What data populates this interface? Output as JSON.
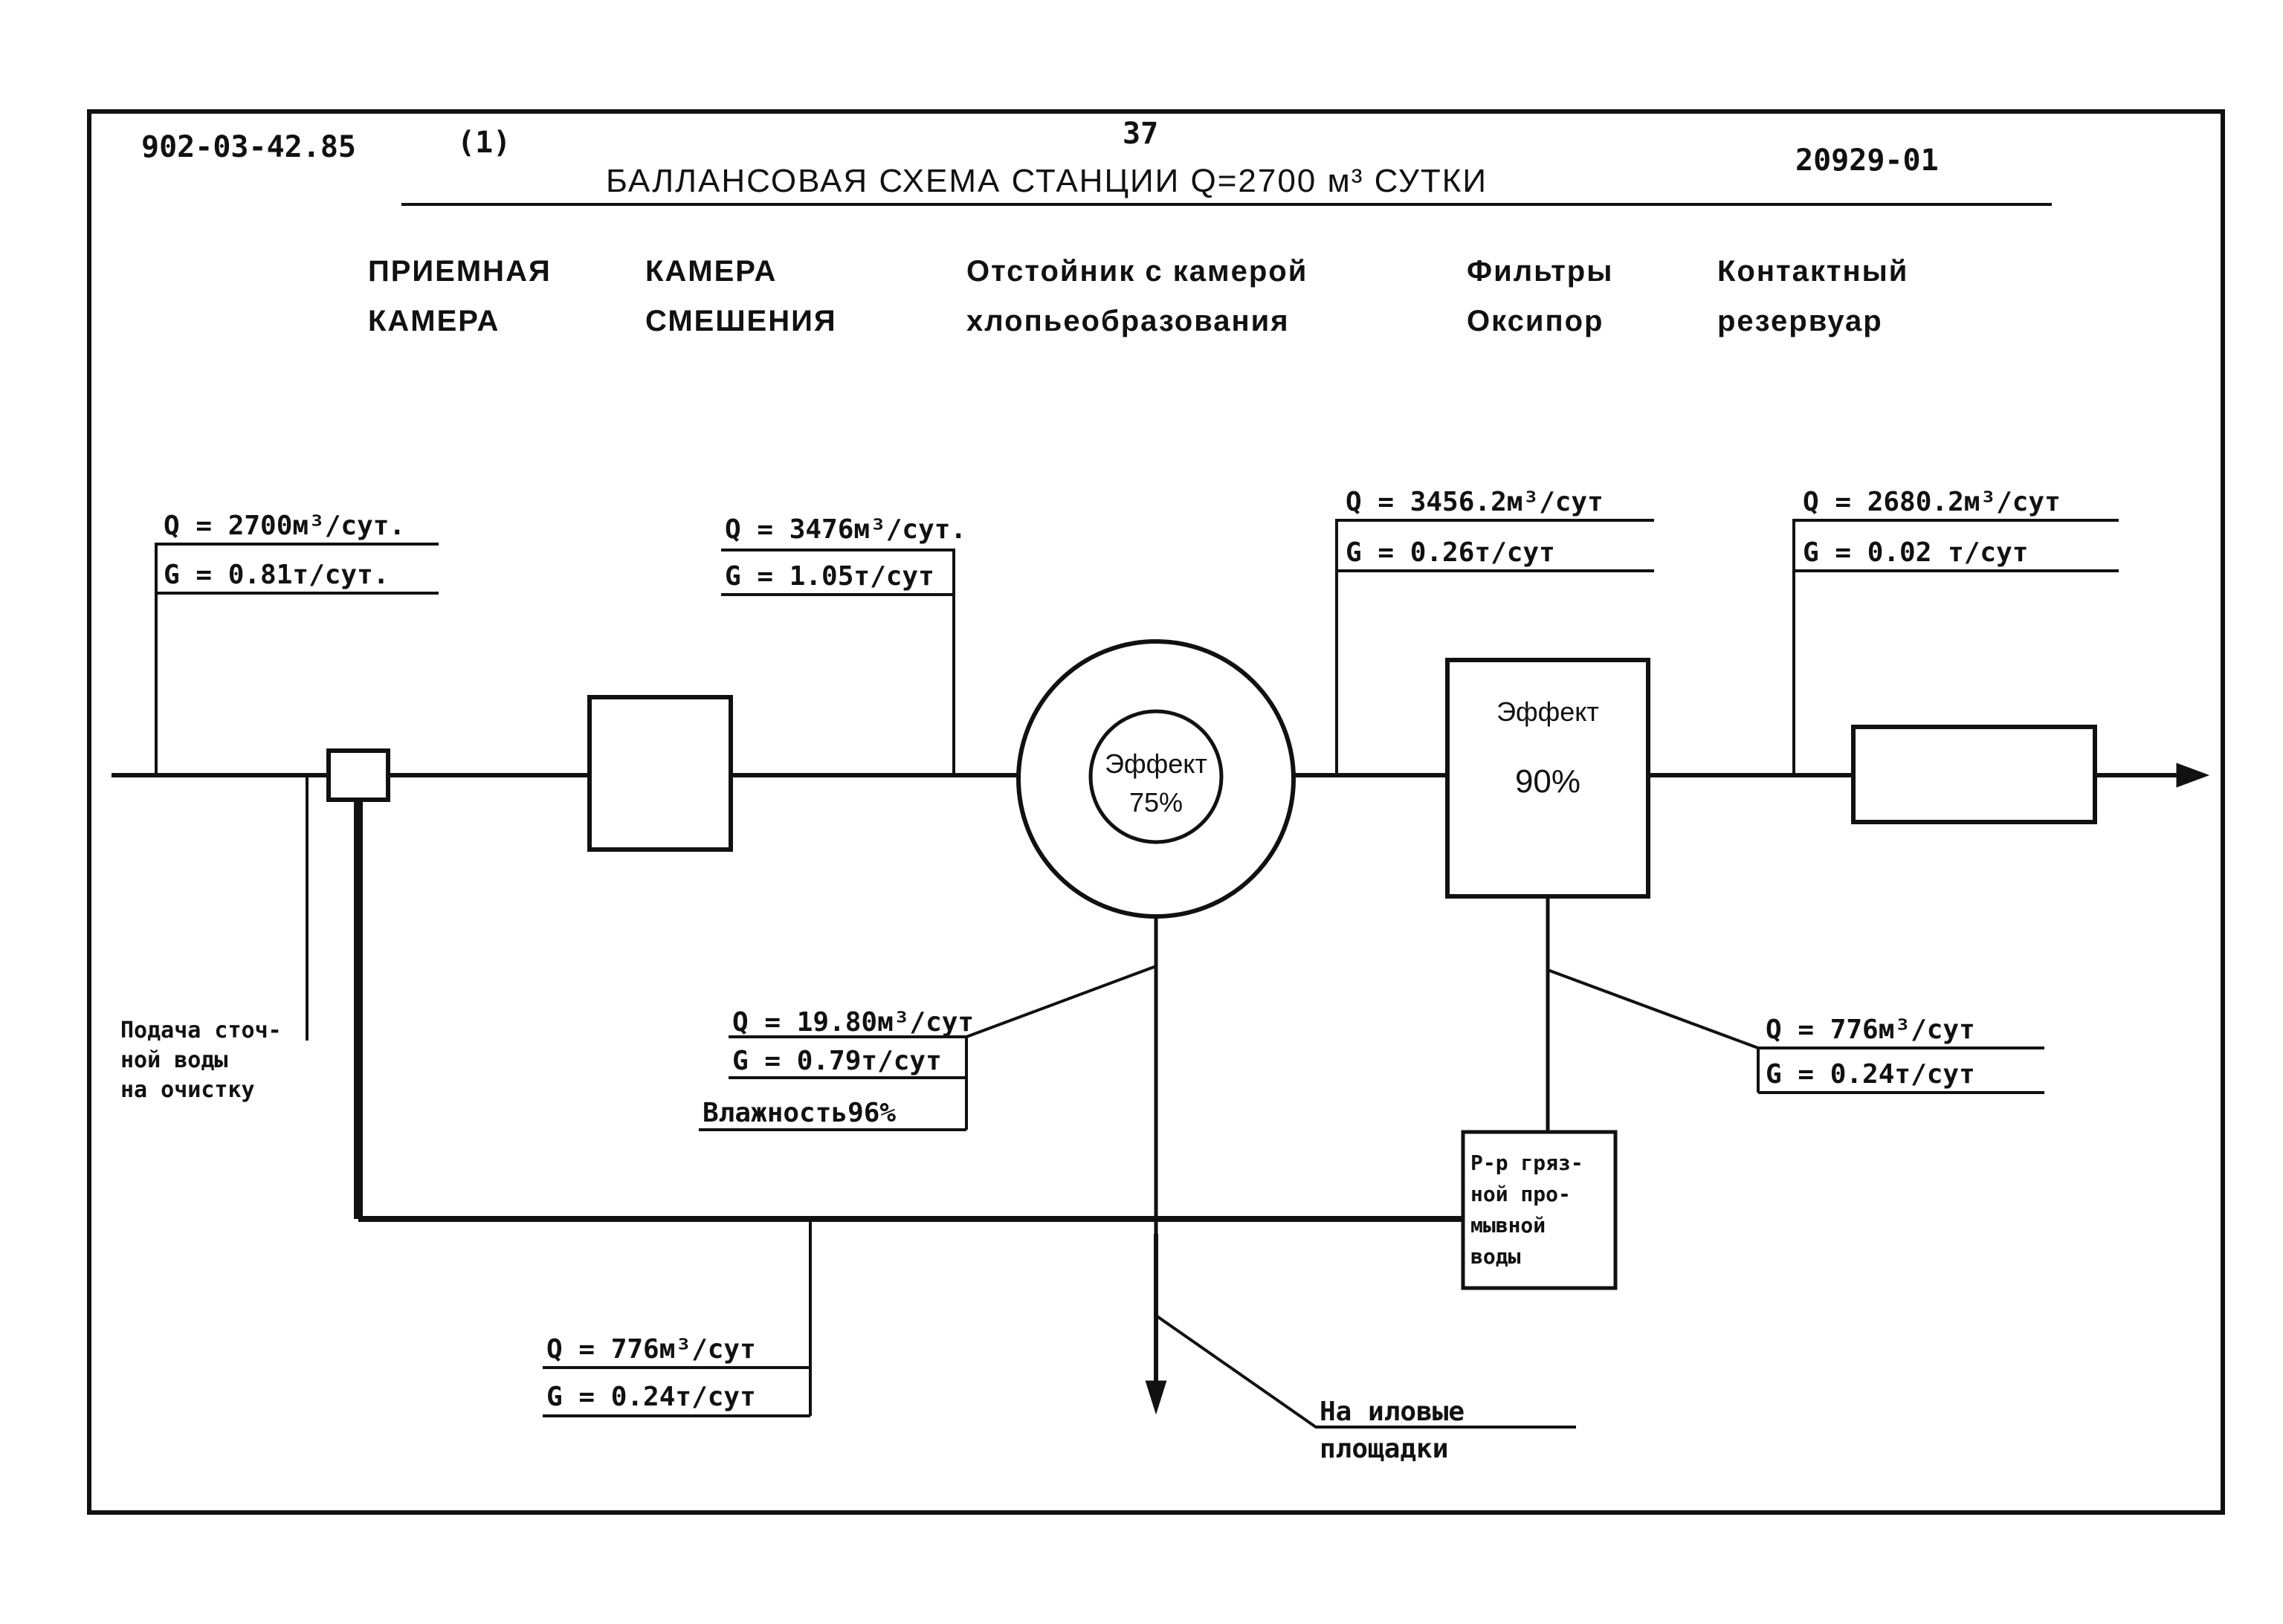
{
  "header": {
    "doc_number": "902-03-42.85",
    "sheet_mark": "(1)",
    "page_number": "37",
    "title": "БАЛЛАНСОВАЯ СХЕМА СТАНЦИИ Q=2700 м³ СУТКИ",
    "code": "20929-01"
  },
  "columns": [
    {
      "line1": "ПРИЕМНАЯ",
      "line2": "КАМЕРА"
    },
    {
      "line1": "КАМЕРА",
      "line2": "СМЕШЕНИЯ"
    },
    {
      "line1": "Отстойник с камерой",
      "line2": "хлопьеобразования"
    },
    {
      "line1": "Фильтры",
      "line2": "Оксипор"
    },
    {
      "line1": "Контактный",
      "line2": "резервуар"
    }
  ],
  "flows": {
    "inlet": {
      "q": "Q = 2700м³/сут.",
      "g": "G = 0.81т/сут."
    },
    "after_mixer": {
      "q": "Q = 3476м³/сут.",
      "g": "G = 1.05т/сут"
    },
    "after_settler": {
      "q": "Q = 3456.2м³/сут",
      "g": "G = 0.26т/сут"
    },
    "after_filters": {
      "q": "Q = 2680.2м³/сут",
      "g": "G = 0.02 т/сут"
    },
    "sludge": {
      "q": "Q = 19.80м³/сут",
      "g": "G = 0.79т/сут",
      "moisture": "Влажность96%"
    },
    "filter_wash": {
      "q": "Q = 776м³/сут",
      "g": "G = 0.24т/сут"
    },
    "recycle": {
      "q": "Q = 776м³/сут",
      "g": "G = 0.24т/сут"
    }
  },
  "settler_effect": {
    "label": "Эффект",
    "value": "75%"
  },
  "filter_effect": {
    "label": "Эффект",
    "value": "90%"
  },
  "inlet_note": {
    "line1": "Подача сточ-",
    "line2": "ной воды",
    "line3": "на очистку"
  },
  "wash_tank": {
    "line1": "Р-р гряз-",
    "line2": "ной про-",
    "line3": "мывной",
    "line4": "воды"
  },
  "sludge_dest": {
    "line1": "На иловые",
    "line2": "площадки"
  }
}
